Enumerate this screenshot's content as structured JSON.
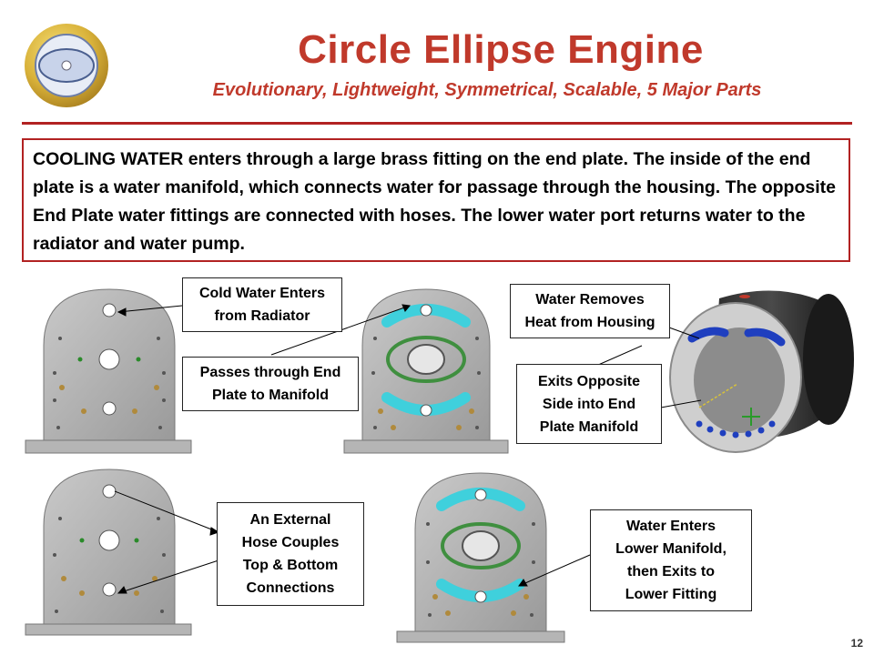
{
  "header": {
    "title": "Circle Ellipse Engine",
    "subtitle": "Evolutionary, Lightweight, Symmetrical, Scalable, 5 Major Parts"
  },
  "intro": {
    "text": "COOLING WATER enters through a large brass fitting on the end plate. The inside of the end plate is a water manifold, which connects water for passage through the housing. The opposite End Plate water fittings are connected with hoses. The lower water port returns water to the radiator and water pump."
  },
  "callouts": {
    "cold_water": "Cold Water Enters\nfrom Radiator",
    "passes_through": "Passes through End\nPlate to Manifold",
    "removes_heat": "Water Removes\nHeat from Housing",
    "exits_opposite": "Exits Opposite\nSide into End\nPlate Manifold",
    "external_hose": "An External\nHose Couples\nTop & Bottom\nConnections",
    "enters_lower": "Water Enters\nLower Manifold,\nthen Exits to\nLower Fitting"
  },
  "colors": {
    "accent": "#c0392b",
    "rule": "#b22222",
    "water_channel": "#3fd0dc",
    "housing_channel": "#1f3fbf",
    "gasket": "#3f8f3f"
  },
  "footer": {
    "page_number": "12"
  }
}
